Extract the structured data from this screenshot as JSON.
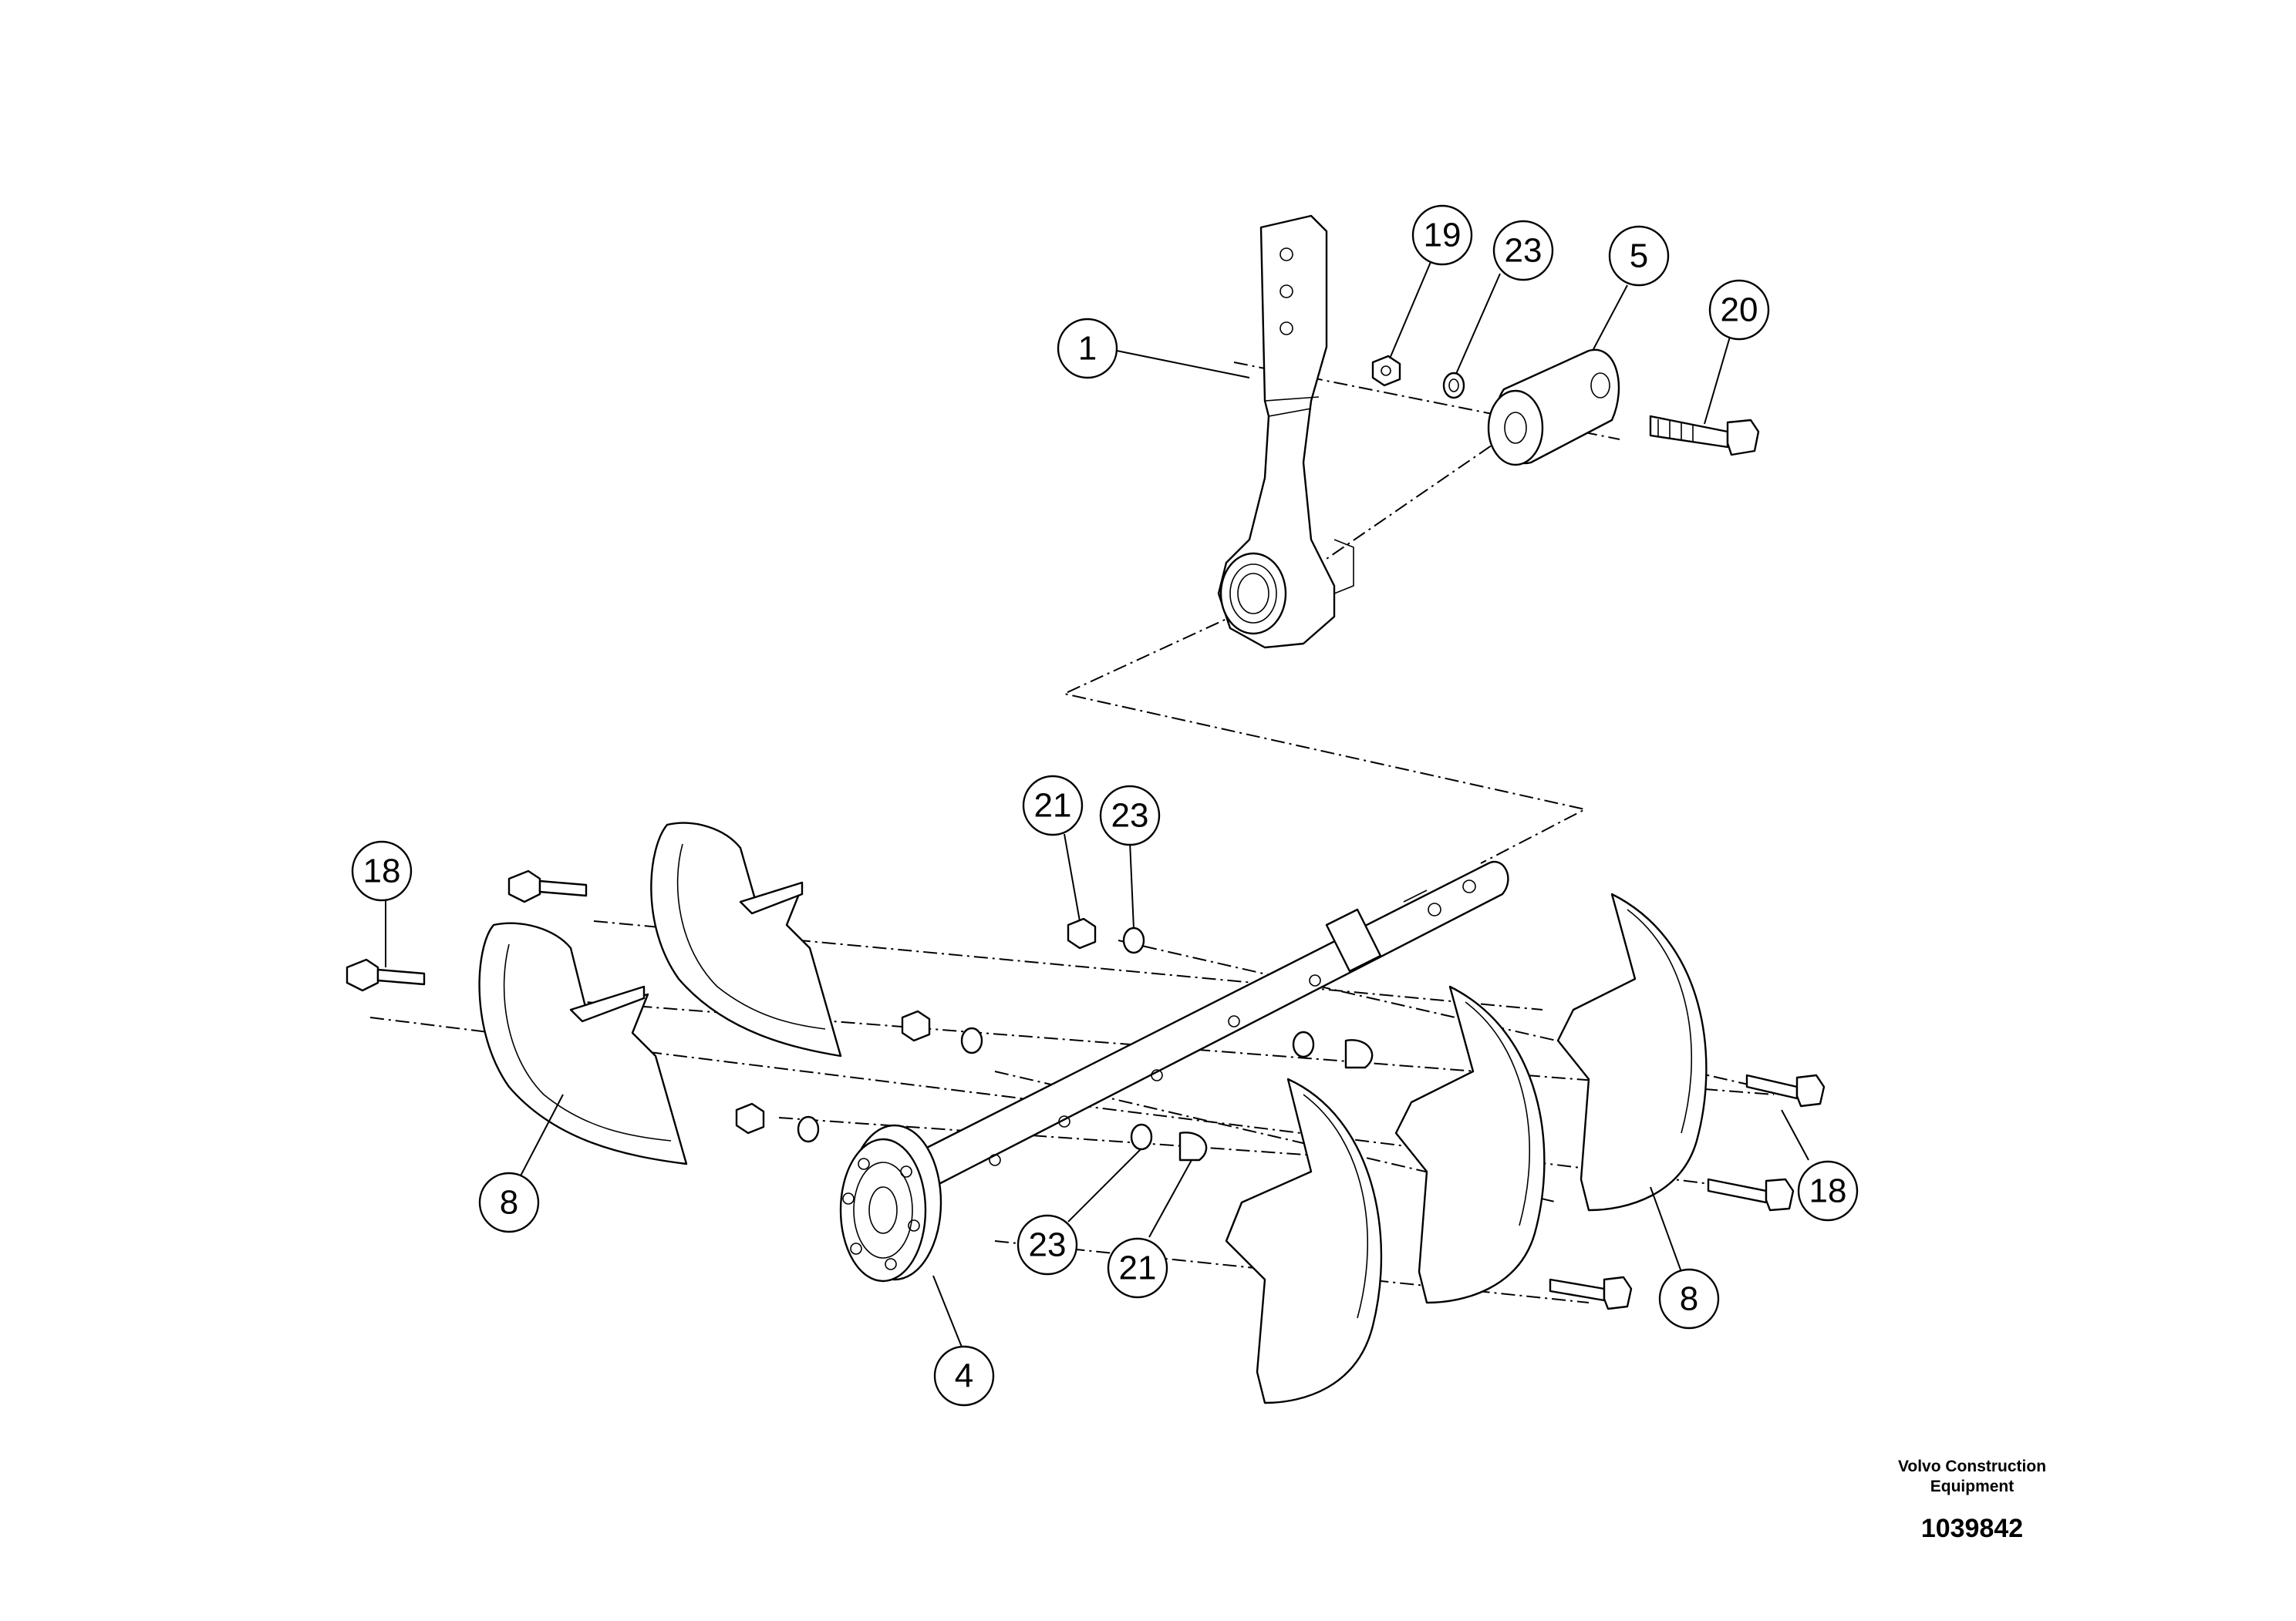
{
  "callouts": [
    {
      "id": "c1",
      "label": "1"
    },
    {
      "id": "c19",
      "label": "19"
    },
    {
      "id": "c23a",
      "label": "23"
    },
    {
      "id": "c5",
      "label": "5"
    },
    {
      "id": "c20",
      "label": "20"
    },
    {
      "id": "c21a",
      "label": "21"
    },
    {
      "id": "c23b",
      "label": "23"
    },
    {
      "id": "c18a",
      "label": "18"
    },
    {
      "id": "c8a",
      "label": "8"
    },
    {
      "id": "c23c",
      "label": "23"
    },
    {
      "id": "c21b",
      "label": "21"
    },
    {
      "id": "c4",
      "label": "4"
    },
    {
      "id": "c8b",
      "label": "8"
    },
    {
      "id": "c18b",
      "label": "18"
    }
  ],
  "footer": {
    "maker_line1": "Volvo Construction",
    "maker_line2": "Equipment",
    "doc_number": "1039842"
  }
}
